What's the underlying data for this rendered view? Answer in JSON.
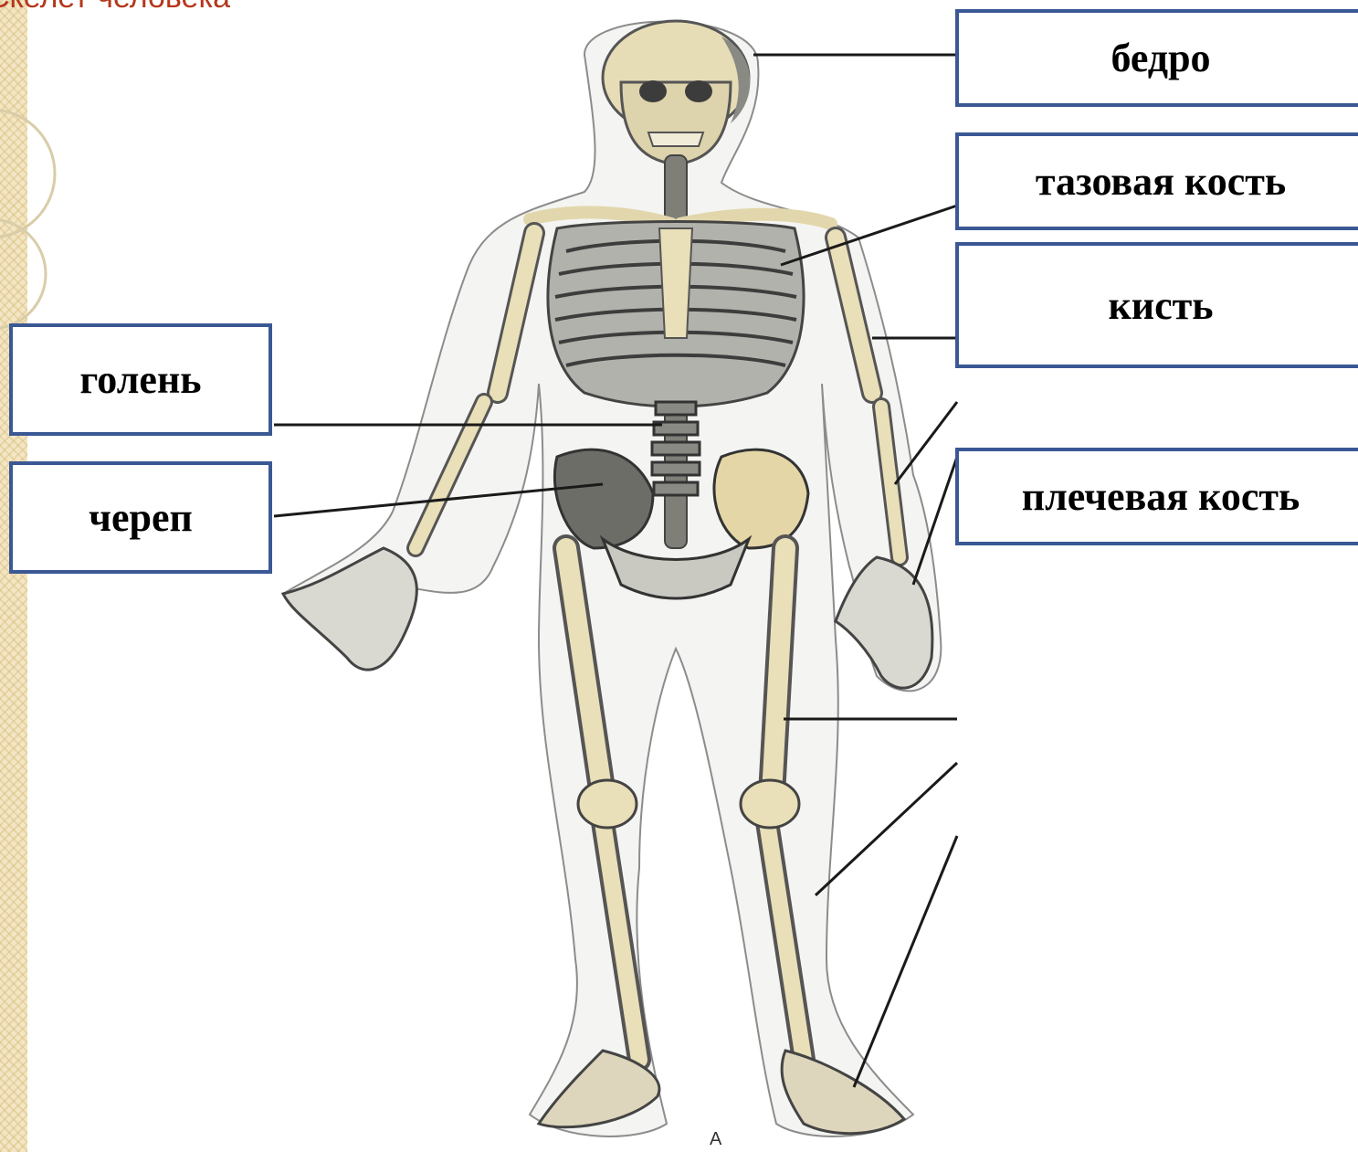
{
  "slide": {
    "title": "Скелет человека"
  },
  "labels": {
    "bedro": "бедро",
    "tazovaya": "тазовая кость",
    "kist": "кисть",
    "golen": "голень",
    "cherep": "череп",
    "plechevaya": "плечевая кость"
  },
  "figure": {
    "caption": "A"
  },
  "colors": {
    "box_border": "#3a5894",
    "title": "#b5361b",
    "bone": "#e9dfb8",
    "bone_shadow": "#8a8a84"
  }
}
